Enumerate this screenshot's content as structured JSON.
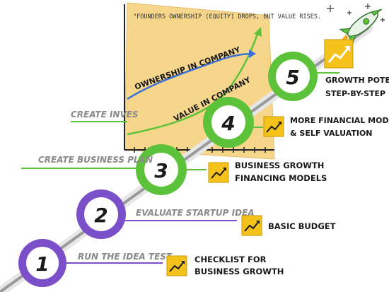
{
  "note": {
    "quote": "\"FOUNDERS OWNERSHIP (EQUITY) DROPS, BUT VALUE RISES.",
    "ownership_label": "OWNERSHIP IN COMPANY",
    "value_label": "VALUE IN COMPANY"
  },
  "steps": [
    {
      "number": "1",
      "label": "RUN THE IDEA TEST",
      "benefit_line1": "CHECKLIST FOR",
      "benefit_line2": "BUSINESS GROWTH"
    },
    {
      "number": "2",
      "label": "EVALUATE STARTUP IDEA",
      "benefit_line1": "BASIC BUDGET",
      "benefit_line2": ""
    },
    {
      "number": "3",
      "label": "CREATE BUSINESS PLAN",
      "benefit_line1": "BUSINESS GROWTH",
      "benefit_line2": "FINANCING MODELS"
    },
    {
      "number": "4",
      "label": "CREATE INVES",
      "benefit_line1": "MORE FINANCIAL MODELLING",
      "benefit_line2": "& SELF VALUATION"
    },
    {
      "number": "5",
      "label": "",
      "benefit_line1": "GROWTH POTENTIAL",
      "benefit_line2": "STEP-BY-STEP"
    }
  ],
  "colors": {
    "purple": "#7b4fc9",
    "green": "#5cc23a",
    "sticky": "#f6d68a",
    "icon_yellow": "#f5c21b",
    "text": "#1a1a1a",
    "label_gray": "#8a8a8a"
  },
  "icons": [
    "growth-chart-icon",
    "rocket-icon"
  ]
}
